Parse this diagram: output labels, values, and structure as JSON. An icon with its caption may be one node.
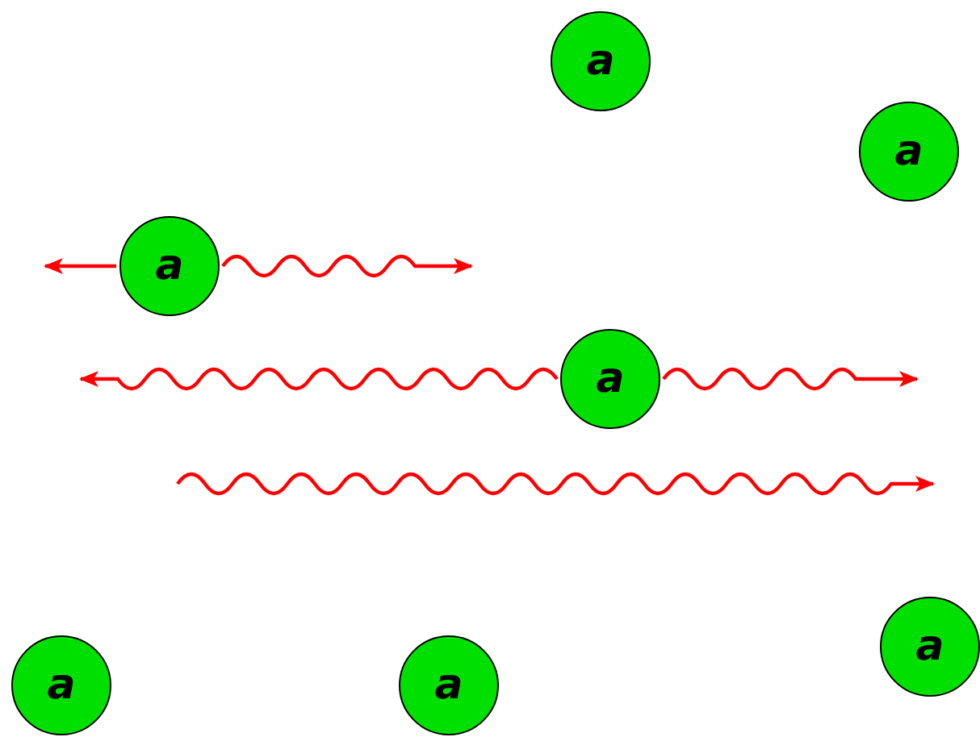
{
  "diagram": {
    "nodes": [
      {
        "text": [
          "a"
        ]
      },
      {
        "text": [
          "a"
        ]
      },
      {
        "text": [
          "a"
        ]
      },
      {
        "text": [
          "a"
        ]
      },
      {
        "text": [
          "a"
        ]
      },
      {
        "text": [
          "a"
        ]
      },
      {
        "text": [
          "a"
        ]
      }
    ],
    "edges": [
      {
        "from": 2,
        "to": null,
        "arrow": "to"
      },
      {
        "from": 2,
        "to": null,
        "arrow": "to"
      },
      {
        "from": 3,
        "to": null,
        "arrow": "to"
      },
      {
        "from": 3,
        "to": null,
        "arrow": "to"
      }
    ]
  }
}
